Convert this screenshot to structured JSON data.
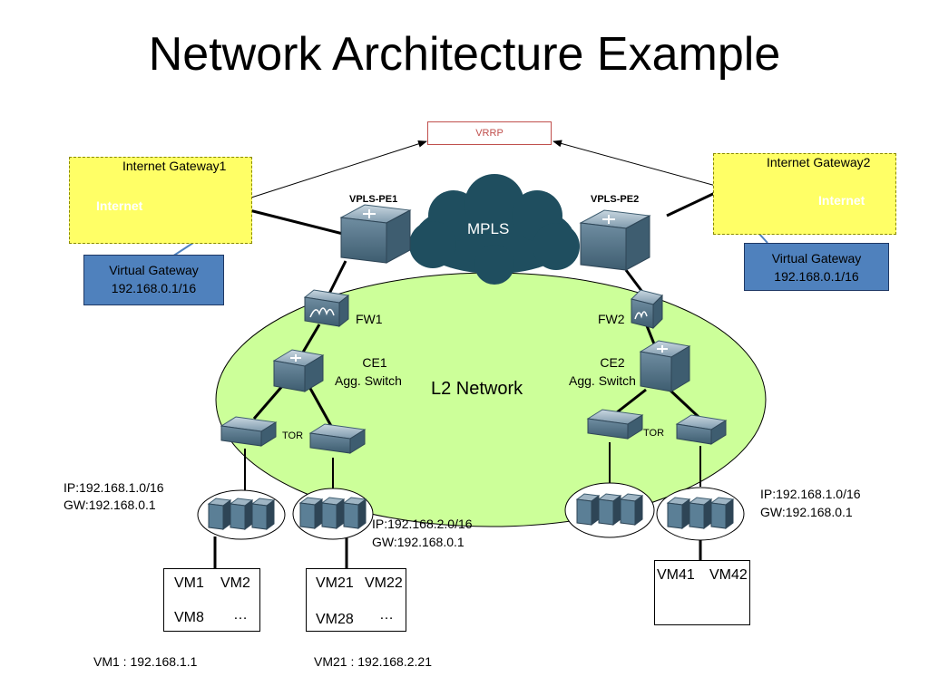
{
  "title": "Network Architecture Example",
  "vrrp": "VRRP",
  "gateway1": {
    "label": "Internet Gateway1",
    "cloud_label": "Internet",
    "vgw_line1": "Virtual Gateway",
    "vgw_line2": "192.168.0.1/16"
  },
  "gateway2": {
    "label": "Internet Gateway2",
    "cloud_label": "Internet",
    "vgw_line1": "Virtual Gateway",
    "vgw_line2": "192.168.0.1/16"
  },
  "pe1": "VPLS-PE1",
  "pe2": "VPLS-PE2",
  "mpls": "MPLS",
  "fw1": "FW1",
  "fw2": "FW2",
  "ce1_line1": "CE1",
  "ce1_line2": "Agg. Switch",
  "ce2_line1": "CE2",
  "ce2_line2": "Agg. Switch",
  "l2_network": "L2 Network",
  "tor_left": "TOR",
  "tor_right": "TOR",
  "subnet_left": {
    "ip": "IP:192.168.1.0/16",
    "gw": "GW:192.168.0.1"
  },
  "subnet_mid": {
    "ip": "IP:192.168.2.0/16",
    "gw": "GW:192.168.0.1"
  },
  "subnet_right": {
    "ip": "IP:192.168.1.0/16",
    "gw": "GW:192.168.0.1"
  },
  "vm_box1": {
    "a": "VM1",
    "b": "VM2",
    "c": "VM8",
    "d": "…"
  },
  "vm_box2": {
    "a": "VM21",
    "b": "VM22",
    "c": "VM28",
    "d": "…"
  },
  "vm_box3": {
    "a": "VM41",
    "b": "VM42"
  },
  "footnote_left": "VM1 : 192.168.1.1",
  "footnote_mid": "VM21 : 192.168.2.21",
  "colors": {
    "gateway_area": "#ffff66",
    "virtual_gateway": "#4f81bd",
    "l2_area": "#ccff99",
    "device": "#5b7f96",
    "cloud": "#1f4e5f",
    "vrrp": "#c0504d"
  }
}
